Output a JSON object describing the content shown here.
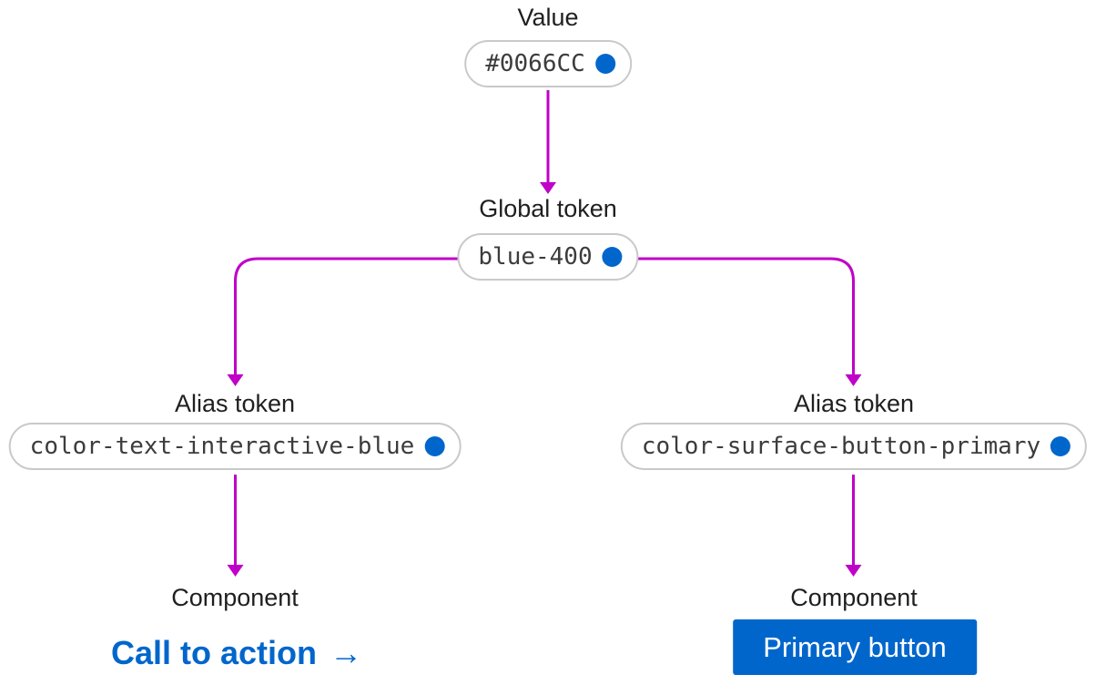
{
  "colors": {
    "blue": "#0066CC",
    "connector": "#C001C8",
    "pill_border": "#C9C9C9",
    "label": "#1F1F1F",
    "mono": "#3C3C3C",
    "bg": "#FFFFFF"
  },
  "diagram": {
    "value": {
      "label": "Value",
      "token": "#0066CC"
    },
    "global_token": {
      "label": "Global token",
      "token": "blue-400"
    },
    "alias_left": {
      "label": "Alias token",
      "token": "color-text-interactive-blue"
    },
    "alias_right": {
      "label": "Alias token",
      "token": "color-surface-button-primary"
    },
    "component_left": {
      "label": "Component",
      "cta_text": "Call to action",
      "cta_arrow": "→"
    },
    "component_right": {
      "label": "Component",
      "button_text": "Primary button"
    }
  }
}
